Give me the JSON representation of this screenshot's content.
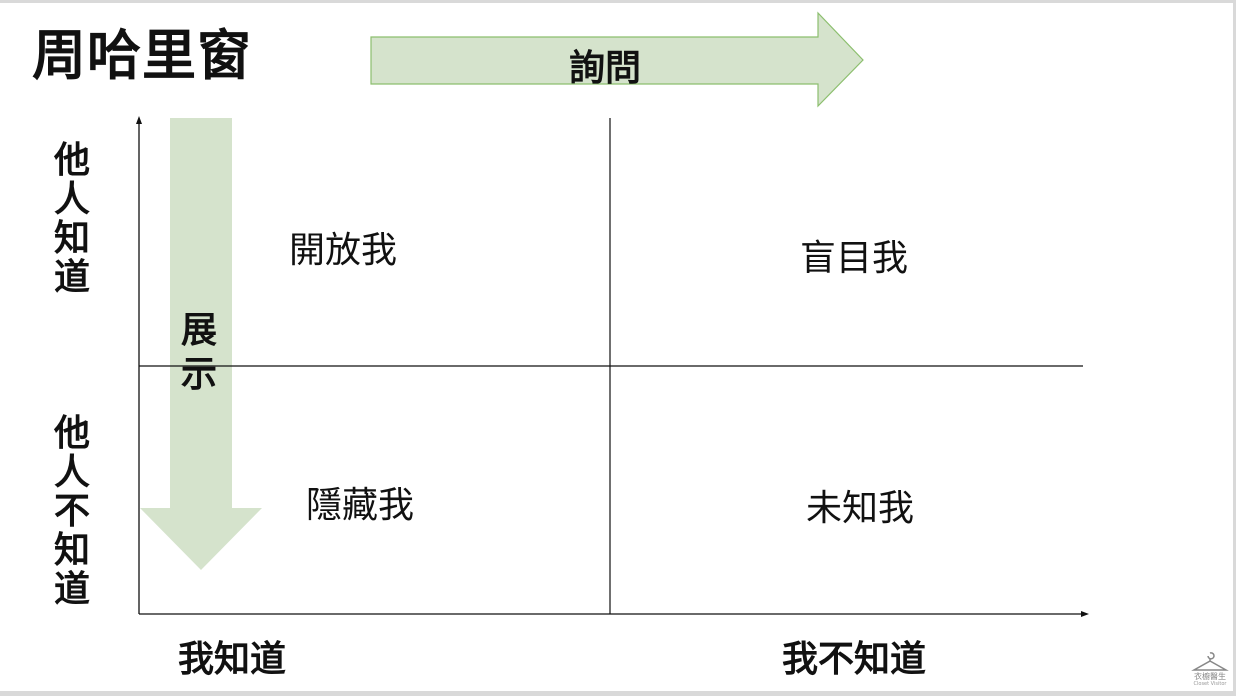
{
  "title": "周哈里窗",
  "arrows": {
    "ask": "詢問",
    "show": "展示",
    "fill_color": "#d5e3cc",
    "border_color": "#8cbf6e"
  },
  "y_axis": {
    "top_label": "他人知道",
    "bottom_label": "他人不知道"
  },
  "x_axis": {
    "left_label": "我知道",
    "right_label": "我不知道"
  },
  "quadrants": {
    "open": "開放我",
    "blind": "盲目我",
    "hidden": "隱藏我",
    "unknown": "未知我"
  },
  "logo": {
    "name": "衣櫥醫生",
    "subtitle": "Closet Visitor"
  }
}
